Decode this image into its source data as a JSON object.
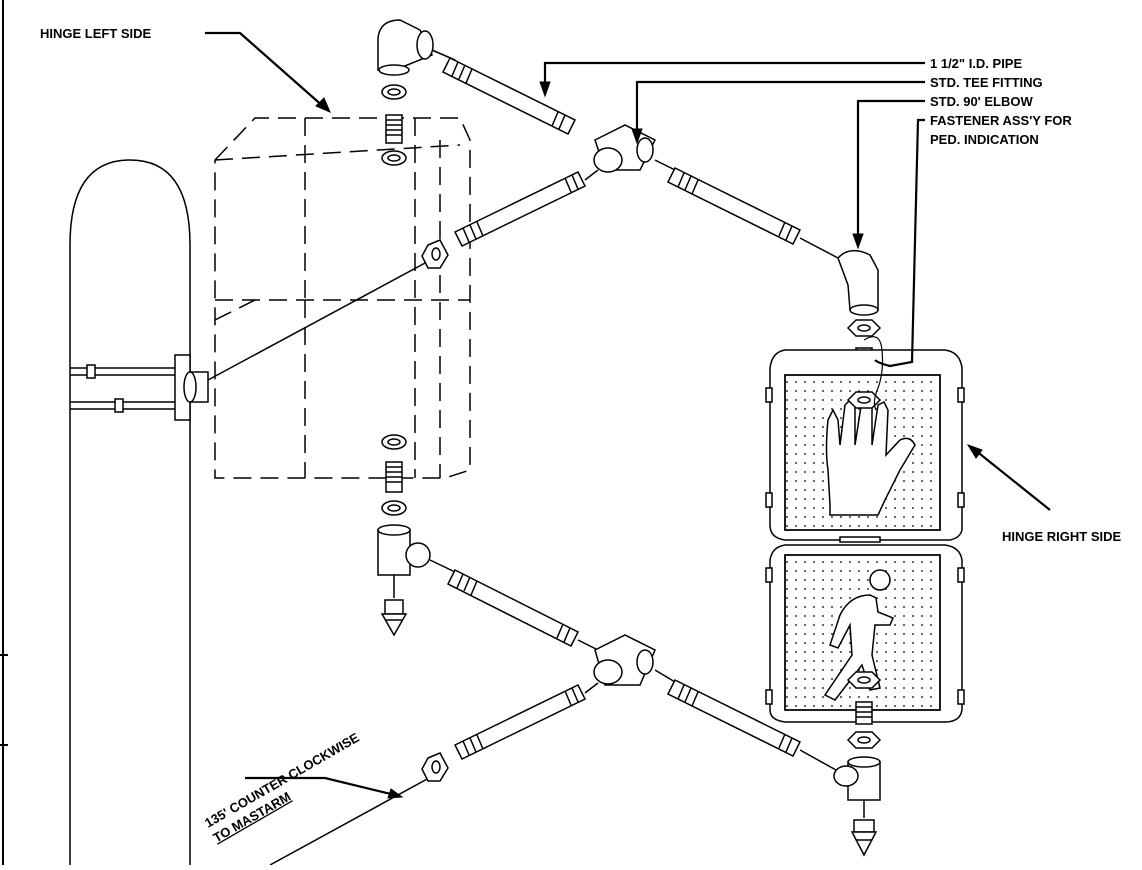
{
  "labels": {
    "hinge_left": "HINGE LEFT SIDE",
    "pipe": "1 1/2\" I.D. PIPE",
    "tee": "STD. TEE FITTING",
    "elbow": "STD. 90' ELBOW",
    "fastener_line1": "FASTENER ASS'Y FOR",
    "fastener_line2": "PED. INDICATION",
    "hinge_right": "HINGE RIGHT SIDE",
    "rotation_line1": "135' COUNTER CLOCKWISE",
    "rotation_line2": "TO MASTARM"
  },
  "colors": {
    "ink": "#000000",
    "paper": "#ffffff"
  }
}
